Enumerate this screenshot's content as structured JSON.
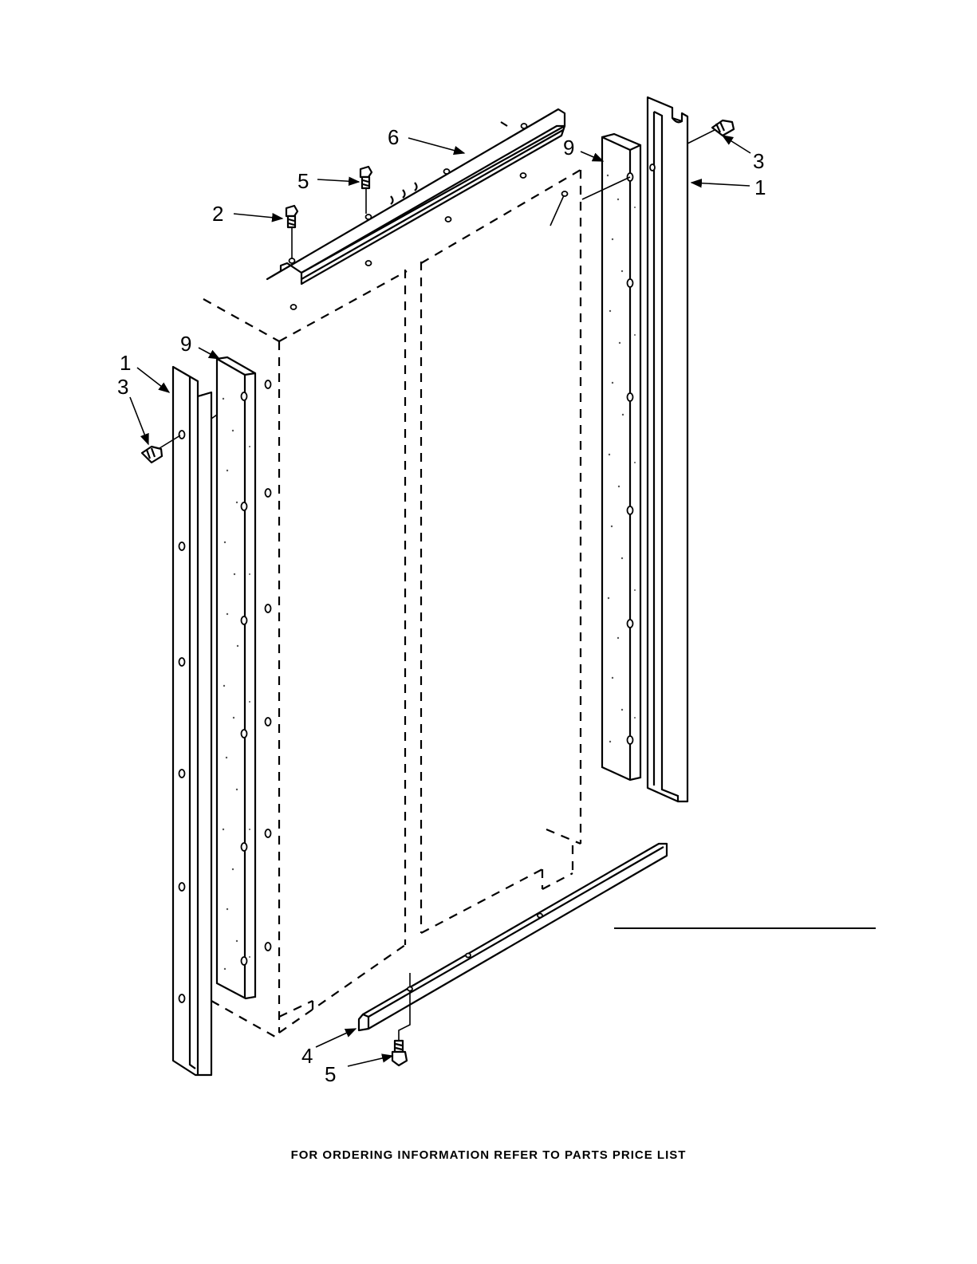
{
  "callouts": {
    "c6": "6",
    "c5_top": "5",
    "c2": "2",
    "c9_right": "9",
    "c3_right": "3",
    "c1_right": "1",
    "c9_left": "9",
    "c1_left": "1",
    "c3_left": "3",
    "c4": "4",
    "c5_bottom": "5"
  },
  "footer": {
    "text": "FOR ORDERING INFORMATION REFER TO PARTS PRICE LIST"
  }
}
